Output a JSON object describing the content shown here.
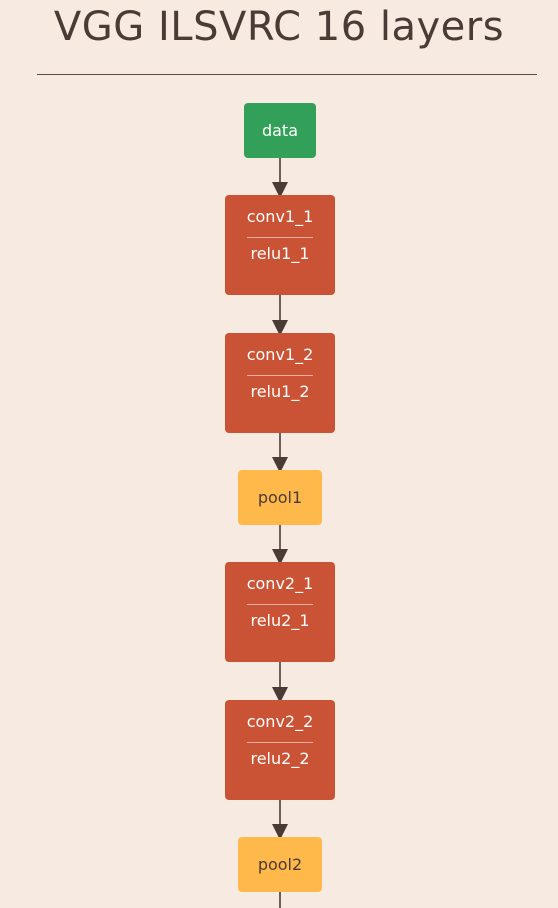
{
  "title": "VGG ILSVRC 16 layers",
  "nodes": [
    {
      "kind": "data",
      "label": "data"
    },
    {
      "kind": "conv",
      "label": "conv1_1",
      "sub": "relu1_1"
    },
    {
      "kind": "conv",
      "label": "conv1_2",
      "sub": "relu1_2"
    },
    {
      "kind": "pool",
      "label": "pool1"
    },
    {
      "kind": "conv",
      "label": "conv2_1",
      "sub": "relu2_1"
    },
    {
      "kind": "conv",
      "label": "conv2_2",
      "sub": "relu2_2"
    },
    {
      "kind": "pool",
      "label": "pool2"
    }
  ],
  "colors": {
    "background": "#f6eae1",
    "data": "#33a05a",
    "conv": "#cb5335",
    "pool": "#ffb84a",
    "edge": "#4a3b36"
  }
}
